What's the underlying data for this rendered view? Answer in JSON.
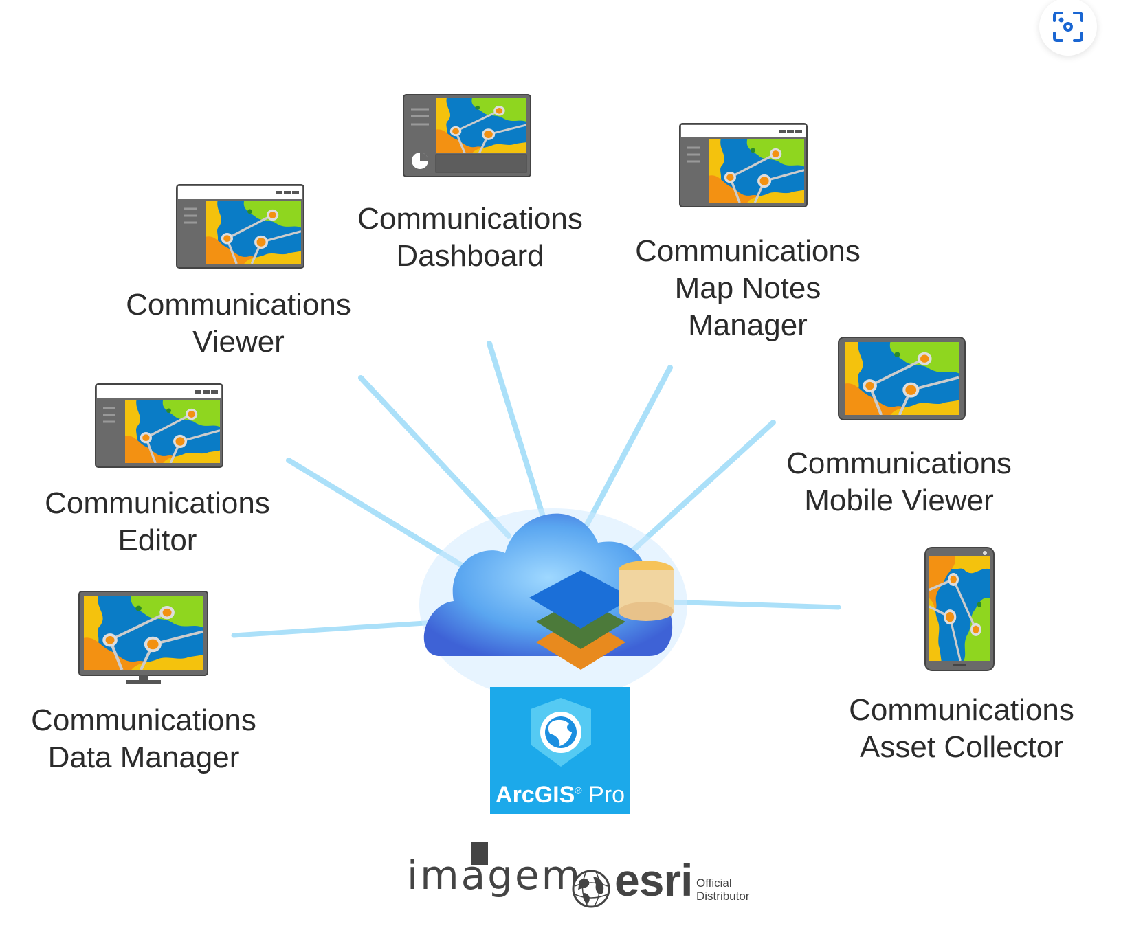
{
  "apps": {
    "dashboard": {
      "line1": "Communications",
      "line2": "Dashboard"
    },
    "viewer": {
      "line1": "Communications",
      "line2": "Viewer"
    },
    "map_notes": {
      "line1": "Communications",
      "line2": "Map Notes",
      "line3": "Manager"
    },
    "mobile_viewer": {
      "line1": "Communications",
      "line2": "Mobile Viewer"
    },
    "editor": {
      "line1": "Communications",
      "line2": "Editor"
    },
    "data_manager": {
      "line1": "Communications",
      "line2": "Data Manager"
    },
    "asset_collector": {
      "line1": "Communications",
      "line2": "Asset Collector"
    }
  },
  "center": {
    "product_name": "ArcGIS",
    "registered": "®",
    "product_suffix": "Pro"
  },
  "footer": {
    "partner": "imagem",
    "brand": "esri",
    "badge_line1": "Official",
    "badge_line2": "Distributor"
  },
  "colors": {
    "accent": "#1ca9ea",
    "ray": "#5cc6f2",
    "text": "#2b2b2b",
    "scan_icon": "#1a66d2"
  },
  "icons": {
    "scan": "visual-search-icon"
  }
}
